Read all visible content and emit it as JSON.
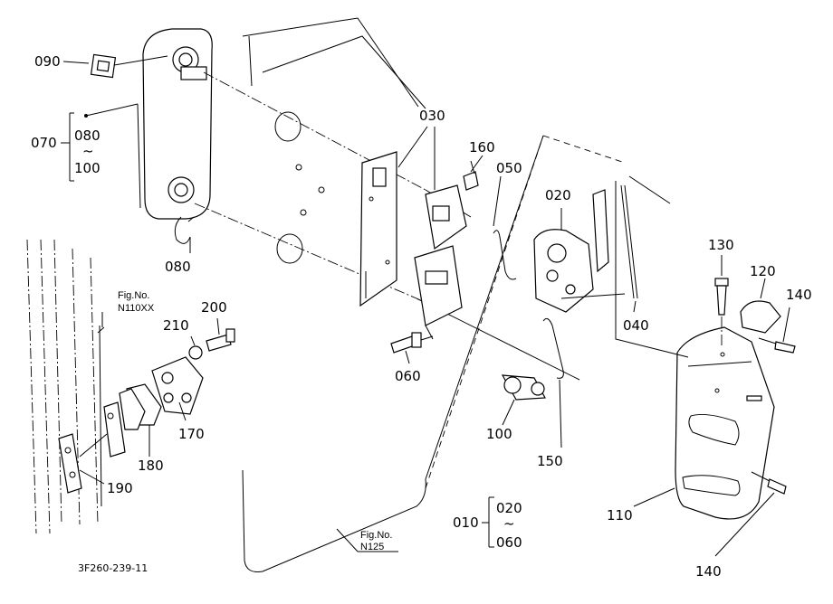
{
  "labels": {
    "p090": "090",
    "p070": "070",
    "p080a": "080",
    "tilde_a": "~",
    "p100a": "100",
    "p080b": "080",
    "p030": "030",
    "p160": "160",
    "p050": "050",
    "p020": "020",
    "p130": "130",
    "p120": "120",
    "p140a": "140",
    "p040": "040",
    "p210": "210",
    "p200": "200",
    "p060": "060",
    "p100b": "100",
    "p170": "170",
    "p180": "180",
    "p190": "190",
    "p150": "150",
    "p110": "110",
    "p140b": "140",
    "p010": "010",
    "p020b": "020",
    "tilde_b": "~",
    "p060b": "060"
  },
  "references": {
    "fig_a_line1": "Fig.No.",
    "fig_a_line2": "N110XX",
    "fig_b_line1": "Fig.No.",
    "fig_b_line2": "N125"
  },
  "footer": {
    "code": "3F260-239-11"
  }
}
